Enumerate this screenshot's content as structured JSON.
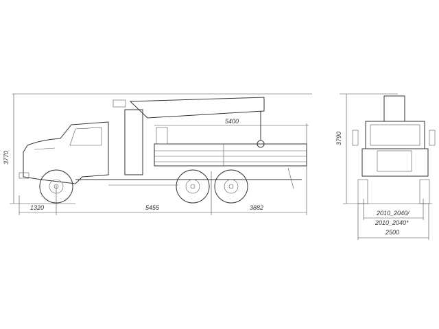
{
  "side_view": {
    "overall_height": "3770",
    "front_overhang": "1320",
    "wheelbase": "5455",
    "rear_section": "3882",
    "platform_length": "5400"
  },
  "front_view": {
    "overall_height": "3790",
    "track_width_1": "2010_2040/",
    "track_width_2": "2010_2040*",
    "overall_width": "2500"
  }
}
